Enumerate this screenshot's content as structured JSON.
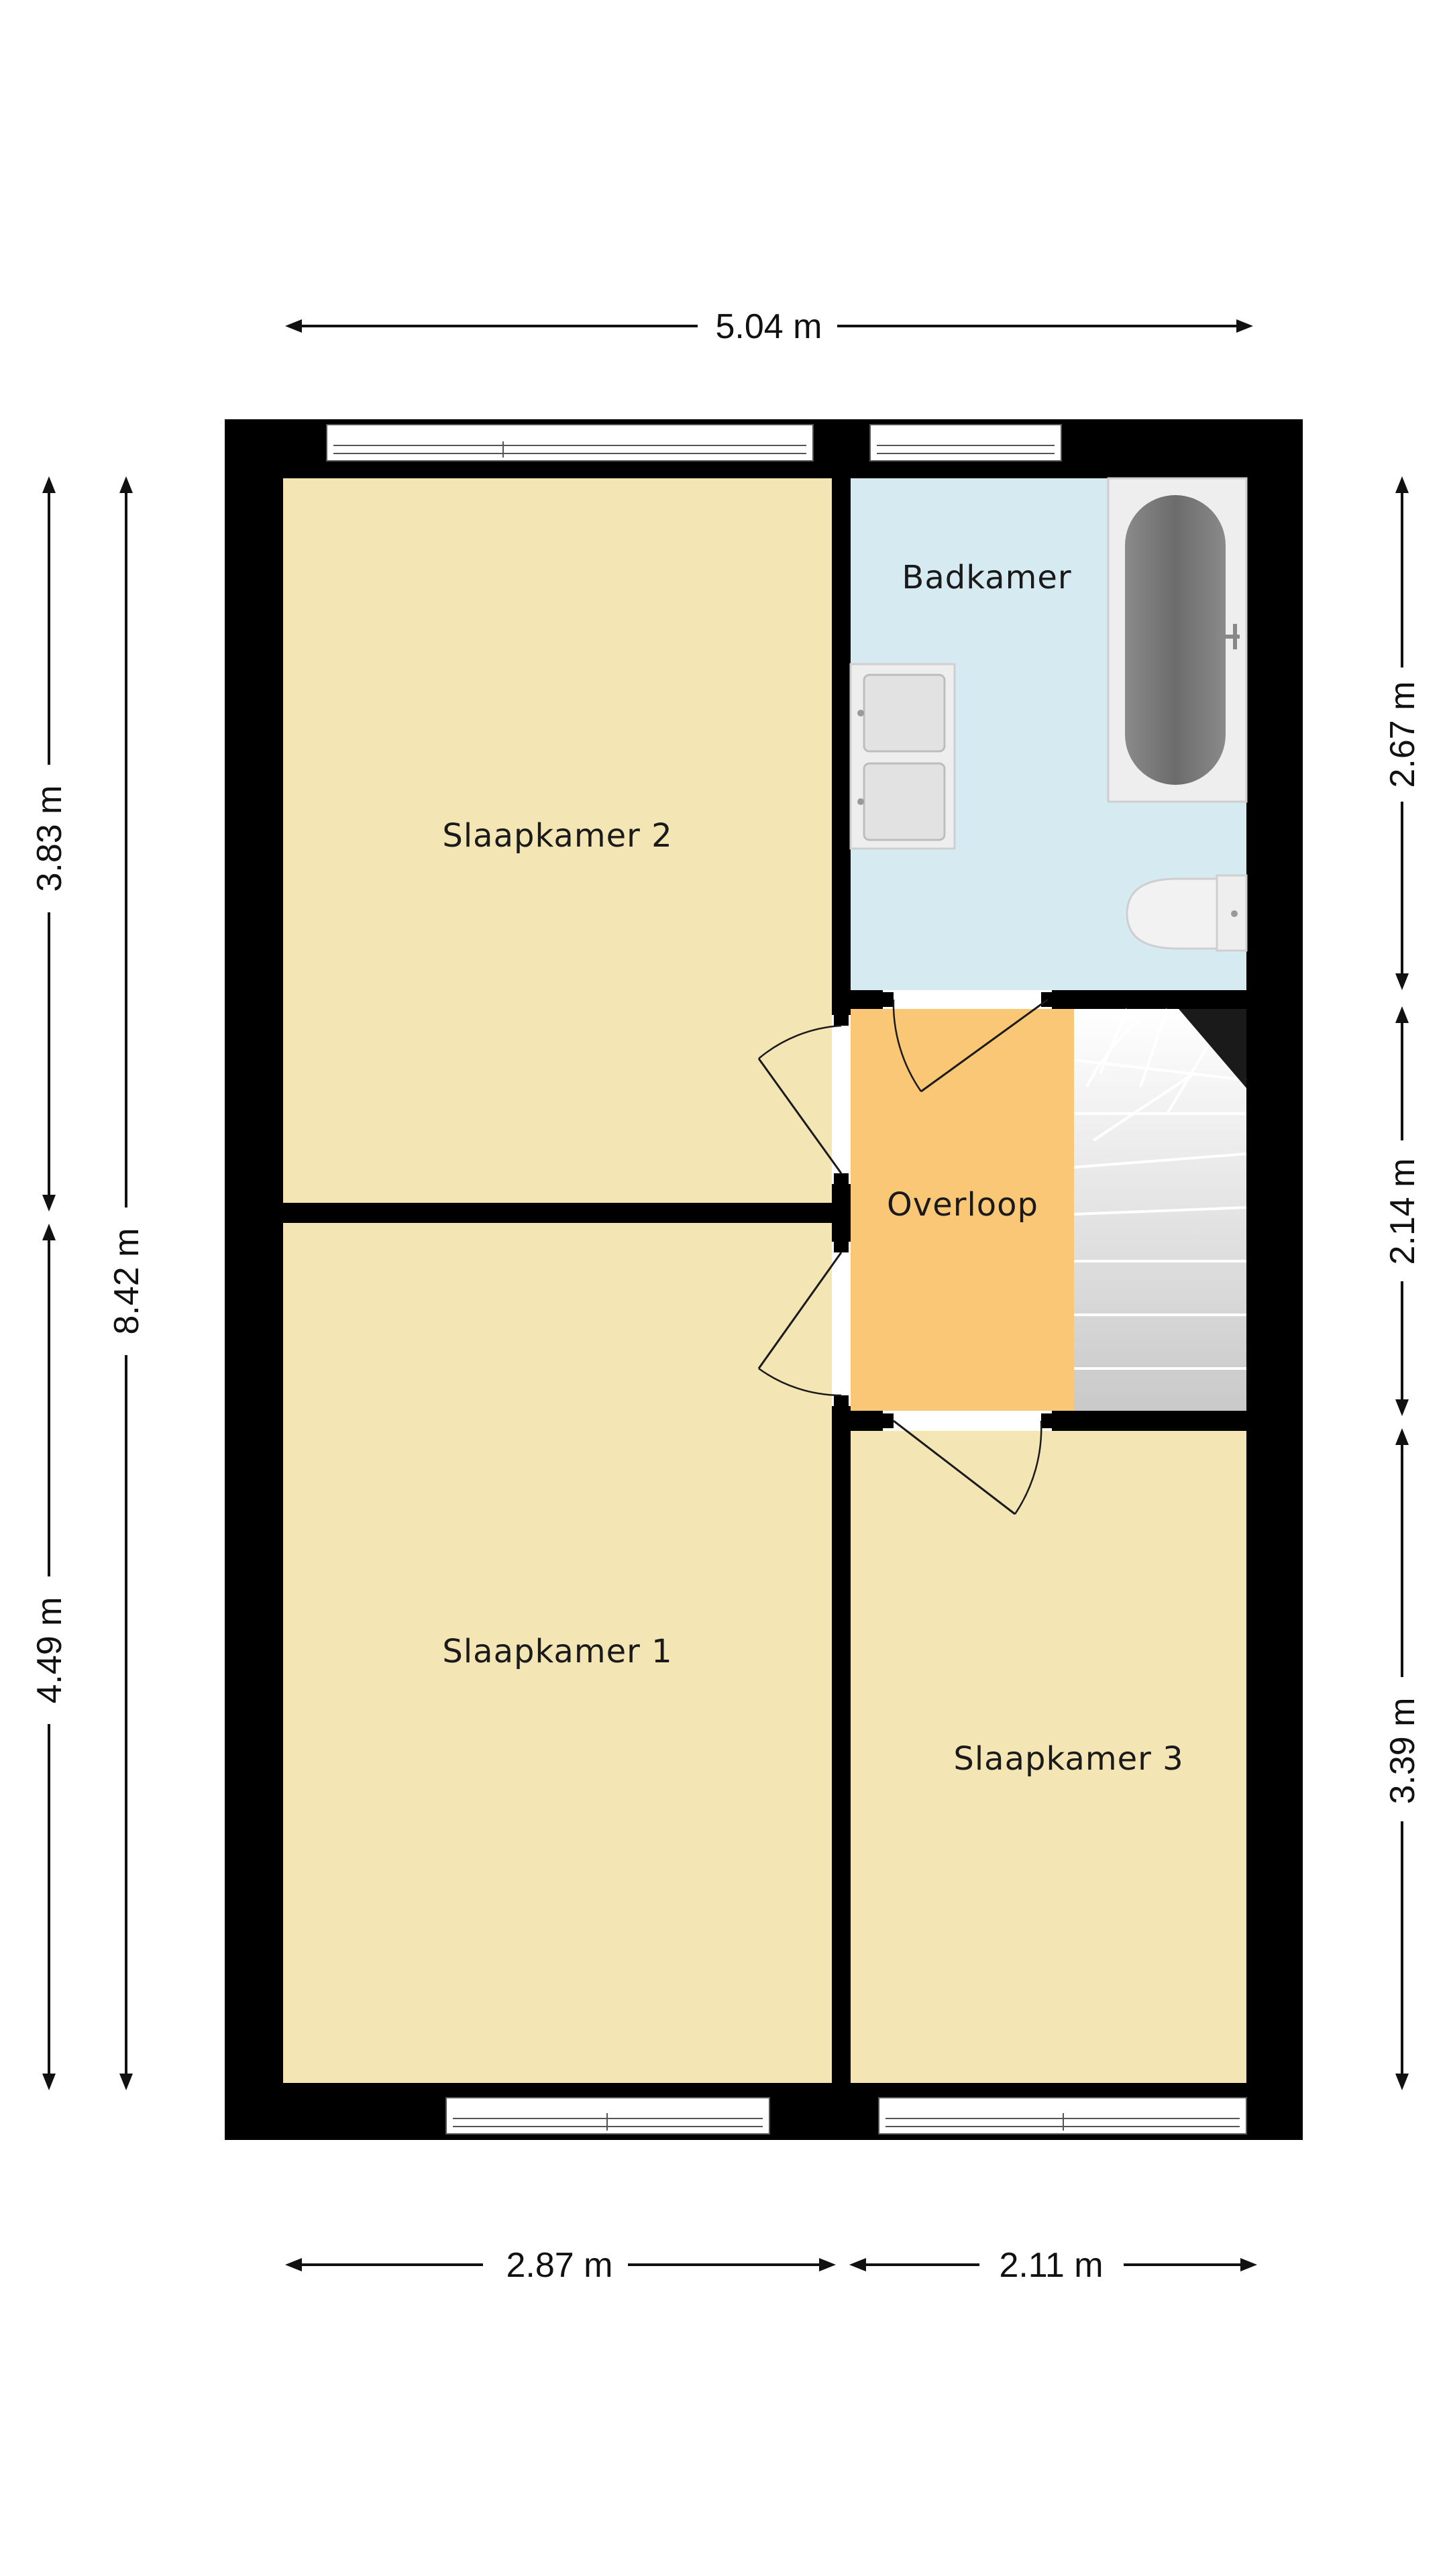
{
  "colors": {
    "wall": "#000000",
    "bedroom": "#f4e6b4",
    "bathroom": "#d6ebf1",
    "landing": "#f9c776",
    "stairs": "#d9d9d9",
    "fixture": "#eeeeee",
    "bathtub_inner": "#7f7f7f",
    "window": "#ffffff"
  },
  "rooms": {
    "slaapkamer_2": "Slaapkamer 2",
    "slaapkamer_1": "Slaapkamer 1",
    "slaapkamer_3": "Slaapkamer 3",
    "badkamer": "Badkamer",
    "overloop": "Overloop"
  },
  "dimensions": {
    "top_total": "5.04 m",
    "bottom_left": "2.87 m",
    "bottom_right": "2.11 m",
    "left_upper": "3.83 m",
    "left_lower": "4.49 m",
    "left_total": "8.42 m",
    "right_upper": "2.67 m",
    "right_middle": "2.14 m",
    "right_lower": "3.39 m"
  },
  "icons": [
    "bathtub-icon",
    "double-sink-icon",
    "toilet-icon",
    "staircase-icon",
    "door-icon",
    "window-icon",
    "dimension-arrow-icon"
  ]
}
